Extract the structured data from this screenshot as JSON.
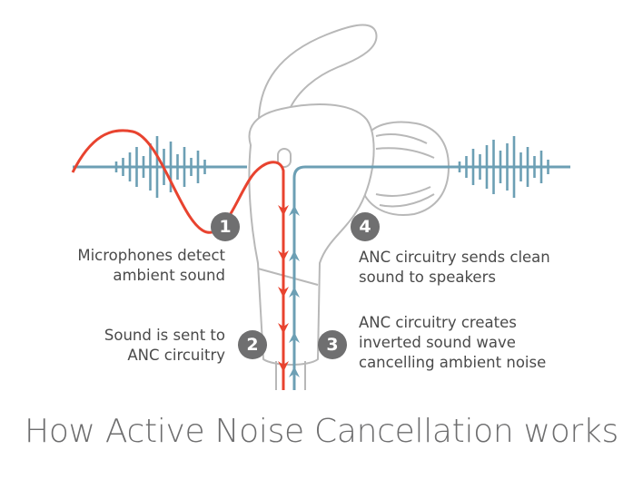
{
  "title": "How Active Noise Cancellation works",
  "steps": [
    {
      "number": "1",
      "line1": "Microphones detect",
      "line2": "ambient sound"
    },
    {
      "number": "2",
      "line1": "Sound is sent to",
      "line2": "ANC circuitry"
    },
    {
      "number": "3",
      "line1": "ANC circuitry creates",
      "line2": "inverted sound wave",
      "line3": "cancelling ambient noise"
    },
    {
      "number": "4",
      "line1": "ANC circuitry sends clean",
      "line2": "sound to speakers"
    }
  ],
  "colors": {
    "ambient_wave": "#e8432f",
    "signal_blue": "#6c9fb4",
    "outline_gray": "#b8b8b8",
    "badge_gray": "#6f6f70",
    "text_gray": "#4a4a4a"
  },
  "icons": [
    "earbud-outline",
    "ear-tip",
    "microphone-port",
    "arrow-down",
    "arrow-up",
    "sound-wave"
  ]
}
